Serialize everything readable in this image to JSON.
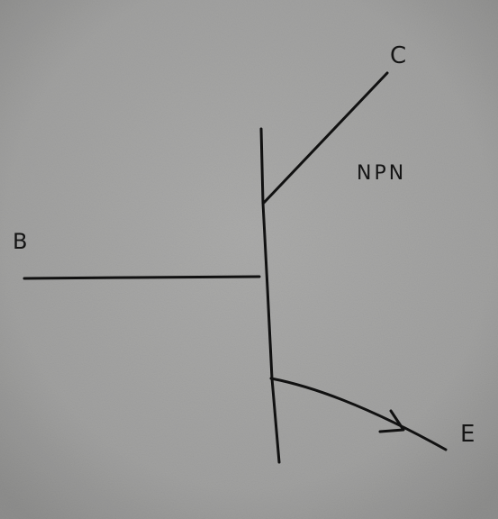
{
  "diagram": {
    "type": "npn-transistor-symbol",
    "labels": {
      "collector": "C",
      "base": "B",
      "emitter": "E",
      "transistor_type": "NPN"
    },
    "colors": {
      "paper": "#a3a3a1",
      "ink": "#111111"
    }
  }
}
